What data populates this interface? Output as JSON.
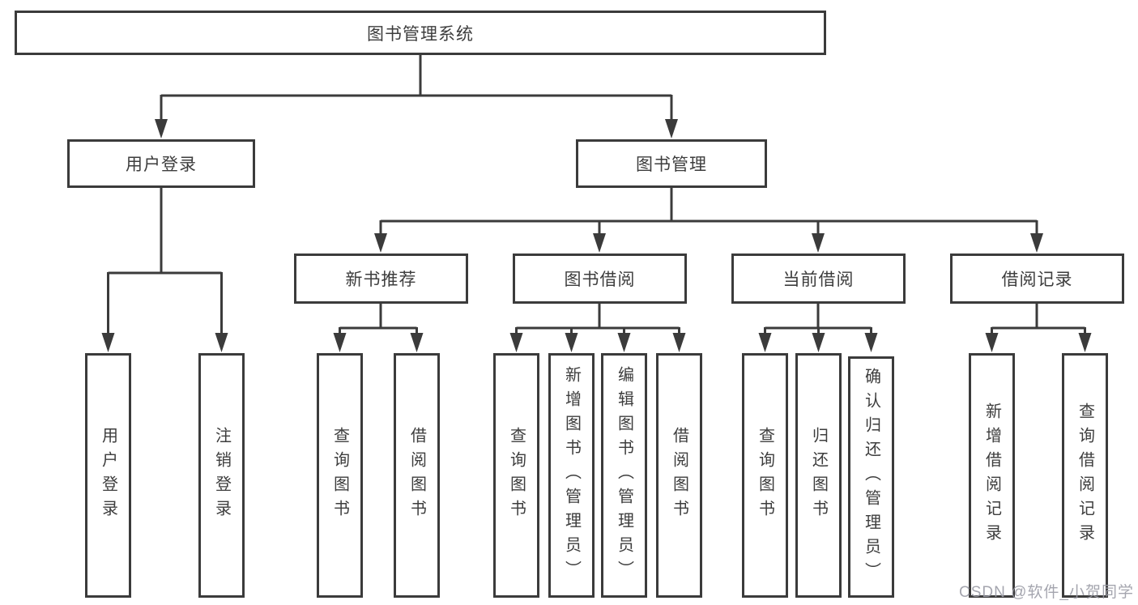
{
  "nodes": {
    "root": "图书管理系统",
    "user_login": "用户登录",
    "book_mgmt": "图书管理",
    "new_book_rec": "新书推荐",
    "book_borrow": "图书借阅",
    "current_borrow": "当前借阅",
    "borrow_record": "借阅记录",
    "leaf_user_login": "用户登录",
    "leaf_logout": "注销登录",
    "leaf_rec_query_book": "查询图书",
    "leaf_rec_borrow_book": "借阅图书",
    "leaf_bor_query_book": "查询图书",
    "leaf_bor_add_book": "新增图书（管理员）",
    "leaf_bor_edit_book": "编辑图书（管理员）",
    "leaf_bor_borrow_book": "借阅图书",
    "leaf_cur_query_book": "查询图书",
    "leaf_cur_return_book": "归还图书",
    "leaf_cur_confirm_return": "确认归还（管理员）",
    "leaf_log_add_record": "新增借阅记录",
    "leaf_log_query_record": "查询借阅记录"
  },
  "colors": {
    "line": "#3b3b3b",
    "text": "#3d3d3d",
    "watermark": "#9b9ca6",
    "background": "#ffffff"
  },
  "watermark": "CSDN @软件_小贺同学"
}
